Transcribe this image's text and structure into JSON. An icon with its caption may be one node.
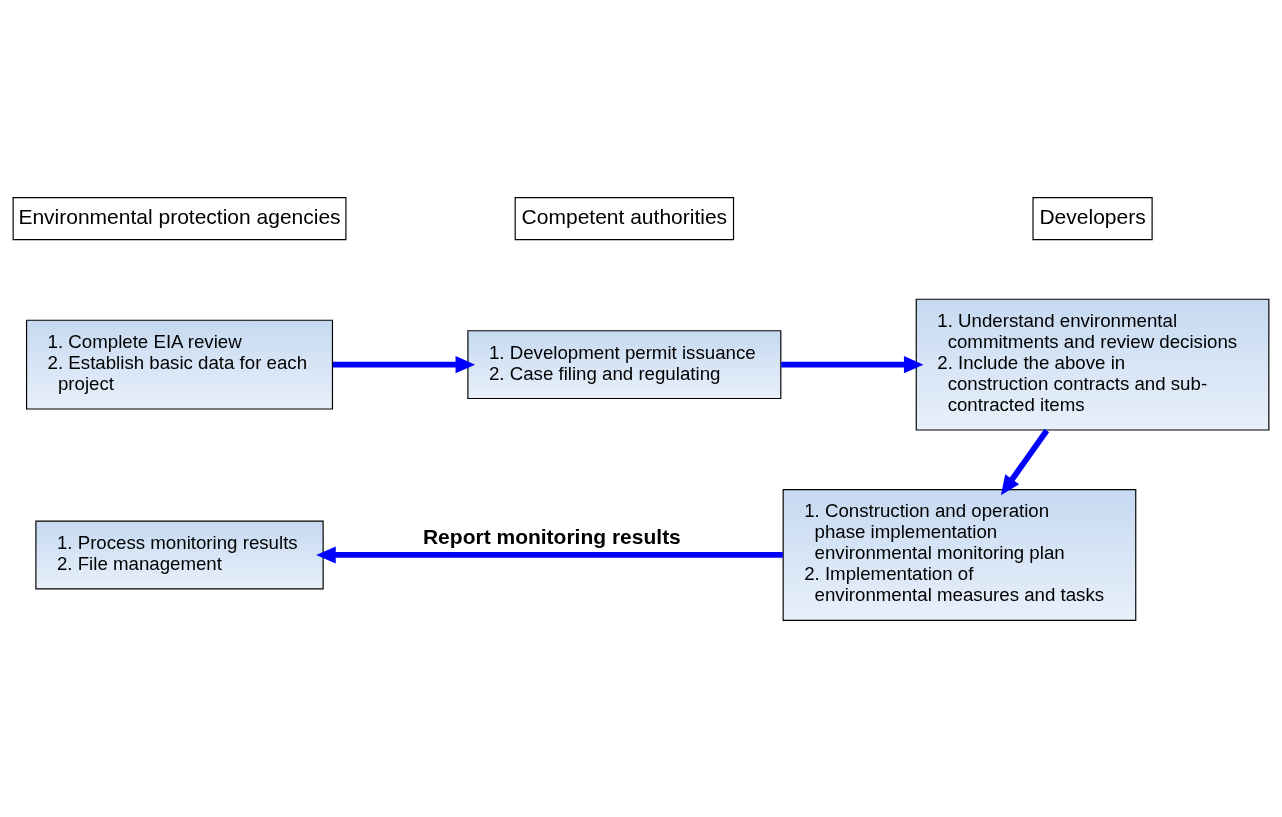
{
  "diagram": {
    "nodes": [
      {
        "text": [
          "Environmental protection agencies"
        ]
      },
      {
        "text": [
          "Competent authorities"
        ]
      },
      {
        "text": [
          "Developers"
        ]
      },
      {
        "text": [
          "1. Complete EIA review",
          "2. Establish basic data for each project"
        ]
      },
      {
        "text": [
          "1. Development permit issuance",
          "2. Case filing and regulating"
        ]
      },
      {
        "text": [
          "1. Understand environmental commitments and review decisions",
          "2. Include the above in construction contracts and sub-contracted items"
        ]
      },
      {
        "text": [
          "1. Construction and operation phase implementation environmental monitoring plan",
          "2. Implementation of environmental measures and tasks"
        ]
      },
      {
        "text": [
          "1. Process monitoring results",
          "2. File management"
        ]
      }
    ],
    "edges": [
      {
        "from": 3,
        "to": 4,
        "arrow": "to"
      },
      {
        "from": 4,
        "to": 5,
        "arrow": "to"
      },
      {
        "from": 5,
        "to": 6,
        "arrow": "to"
      },
      {
        "from": 6,
        "to": 7,
        "arrow": "to",
        "label": "Report monitoring results"
      }
    ]
  }
}
